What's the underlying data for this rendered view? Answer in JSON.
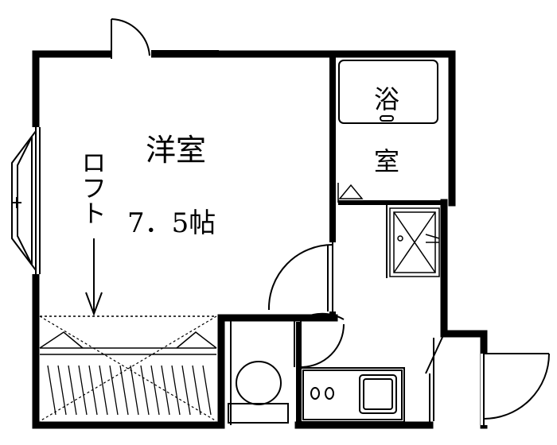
{
  "floorplan": {
    "room_name": "洋室",
    "room_size": "7．5帖",
    "loft_label": "ロフト",
    "bath_label_top": "浴",
    "bath_label_bottom": "室"
  }
}
